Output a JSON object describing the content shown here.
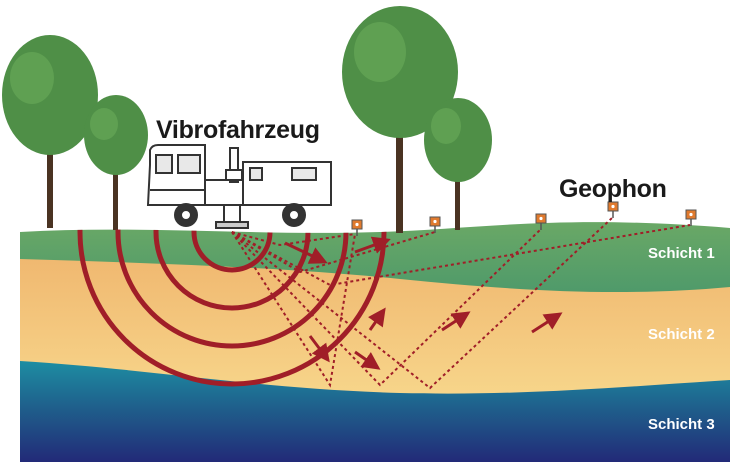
{
  "labels": {
    "vehicle": "Vibrofahrzeug",
    "geophone": "Geophon",
    "layer1": "Schicht 1",
    "layer2": "Schicht 2",
    "layer3": "Schicht 3"
  },
  "colors": {
    "sky": "#ffffff",
    "layer1": "#5fa05f",
    "layer2": "#f2c77a",
    "layer3": "#1f5c8a",
    "waves": "#a01e28",
    "tree_foliage": "#4f8f47",
    "tree_trunk": "#4a3322",
    "geophone": "#e07a2e"
  },
  "icons": {
    "vehicle": "vibro-truck-icon",
    "geophone": "geophone-marker-icon",
    "tree": "deciduous-tree-icon"
  }
}
